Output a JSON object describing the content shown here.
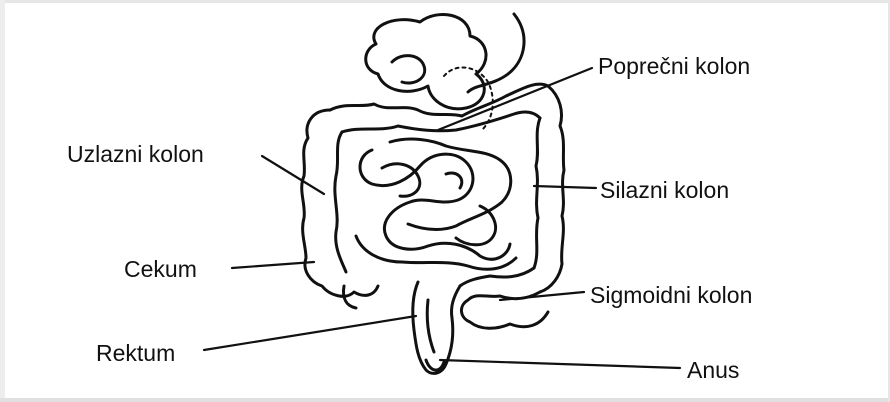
{
  "labels": {
    "poprecni_kolon": "Poprečni kolon",
    "uzlazni_kolon": "Uzlazni kolon",
    "silazni_kolon": "Silazni kolon",
    "cekum": "Cekum",
    "sigmoidni_kolon": "Sigmoidni kolon",
    "rektum": "Rektum",
    "anus": "Anus"
  },
  "colors": {
    "line": "#111111",
    "background": "#ffffff"
  }
}
